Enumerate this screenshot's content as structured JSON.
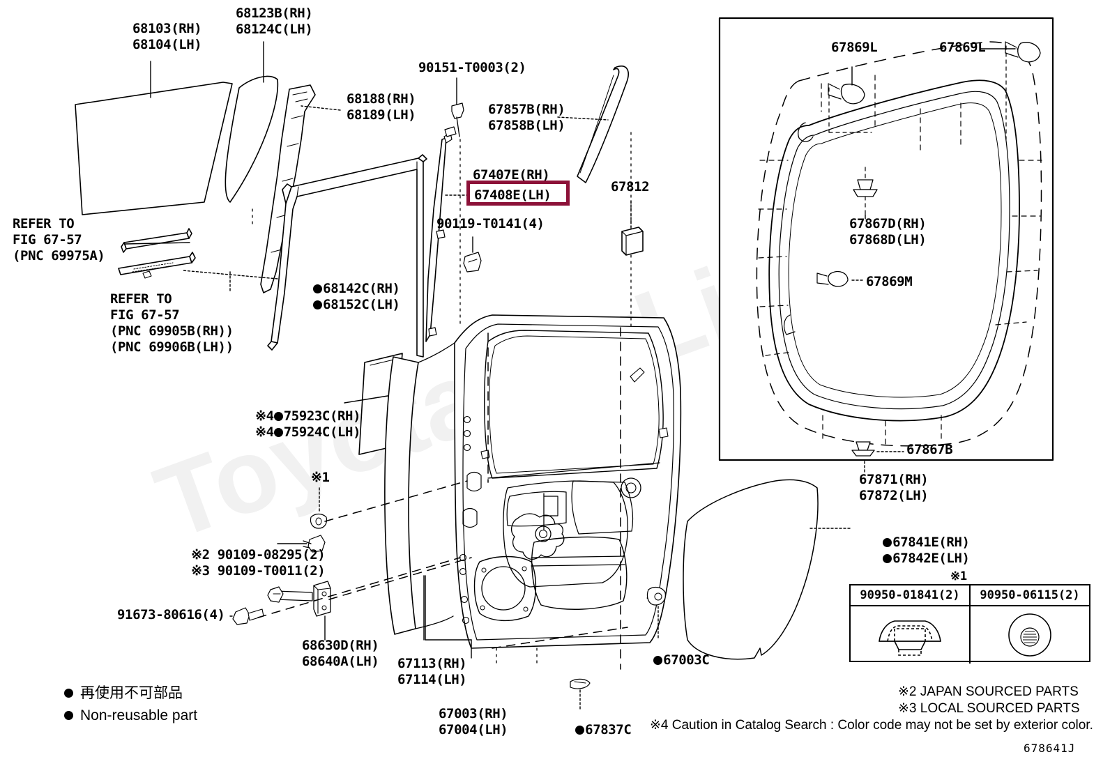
{
  "meta": {
    "diagram_id": "678641J",
    "watermark": "ToyotaCarLine.ru"
  },
  "highlight": {
    "color": "#8C1138",
    "part": "67408E(LH)"
  },
  "labels": {
    "glass_rh": "68103(RH)",
    "glass_lh": "68104(LH)",
    "qtr_glass_rh": "68123B(RH)",
    "qtr_glass_lh": "68124C(LH)",
    "div_bar_rh": "68188(RH)",
    "div_bar_lh": "68189(LH)",
    "clip_90151": "90151-T0003(2)",
    "belt_mould_rh": "67857B(RH)",
    "belt_mould_lh": "67858B(LH)",
    "run_407e_rh": "67407E(RH)",
    "run_408e_lh": "67408E(LH)",
    "screw_90119": "90119-T0141(4)",
    "part_67812": "67812",
    "refer1_l1": "REFER TO",
    "refer1_l2": "FIG 67-57",
    "refer1_l3": "(PNC 69975A)",
    "refer2_l1": "REFER TO",
    "refer2_l2": "FIG 67-57",
    "refer2_l3": "(PNC 69905B(RH))",
    "refer2_l4": "(PNC 69906B(LH))",
    "run_68142c_rh": "68142C(RH)",
    "run_68152c_lh": "68152C(LH)",
    "tape_75923c_rh": "75923C(RH)",
    "tape_75924c_lh": "75924C(LH)",
    "mark4": "※4",
    "mark1": "※1",
    "mark2": "※2",
    "mark3": "※3",
    "bolt_90109_08295": "90109-08295(2)",
    "bolt_90109_t0011": "90109-T0011(2)",
    "screw_91673": "91673-80616(4)",
    "check_68630d_rh": "68630D(RH)",
    "check_68640a_lh": "68640A(LH)",
    "panel_67113_rh": "67113(RH)",
    "panel_67114_lh": "67114(LH)",
    "door_67003_rh": "67003(RH)",
    "door_67004_lh": "67004(LH)",
    "clip_67837c": "67837C",
    "clip_67003c": "67003C",
    "ws_67869l_a": "67869L",
    "ws_67869l_b": "67869L",
    "ws_67867d_rh": "67867D(RH)",
    "ws_67868d_lh": "67868D(LH)",
    "ws_67869m": "67869M",
    "ws_67867b": "67867B",
    "cover_67871_rh": "67871(RH)",
    "cover_67872_lh": "67872(LH)",
    "clip_67841e_rh": "67841E(RH)",
    "clip_67842e_lh": "67842E(LH)"
  },
  "table": {
    "header_mark": "※1",
    "col1": "90950-01841(2)",
    "col2": "90950-06115(2)"
  },
  "legend": {
    "jp": "再使用不可部品",
    "en": "Non-reusable part"
  },
  "footnotes": {
    "f2": "※2 JAPAN SOURCED PARTS",
    "f3": "※3 LOCAL SOURCED PARTS",
    "f4": "※4 Caution in Catalog Search : Color code may not be set by exterior color."
  }
}
